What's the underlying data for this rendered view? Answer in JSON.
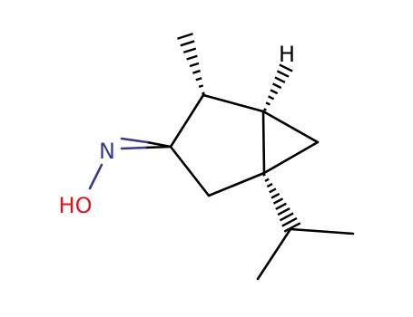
{
  "molecule": {
    "atoms": {
      "nitrogen": "N",
      "hydroxyl": "HO",
      "hydrogen": "H"
    },
    "colors": {
      "bond": "#000000",
      "nitrogen": "#3a3a8c",
      "oxygen": "#e8101a",
      "hydrogen": "#000000",
      "background": "#ffffff"
    }
  }
}
